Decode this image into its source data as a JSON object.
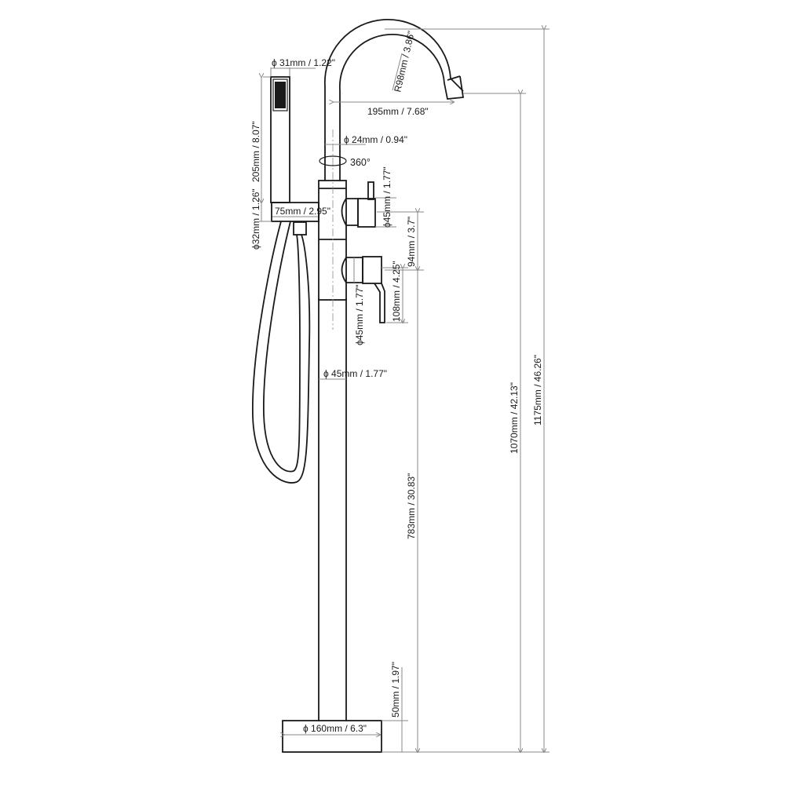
{
  "diagram": {
    "subject": "Freestanding tub filler faucet with hand shower",
    "colors": {
      "outline": "#1a1a1a",
      "dimension": "#8a8a8a",
      "background": "#ffffff"
    },
    "dimensions": {
      "handshower_diameter": "ϕ 31mm / 1.22\"",
      "spout_radius": "R98mm / 3.86\"",
      "spout_reach": "195mm / 7.68\"",
      "spout_tube_diameter": "ϕ 24mm / 0.94\"",
      "rotation": "360°",
      "handshower_length": "205mm / 8.07\"",
      "upper_valve_diameter": "ϕ45mm / 1.77\"",
      "holder_diameter": "ϕ32mm / 1.26\"",
      "holder_length": "75mm / 2.95\"",
      "valve_spacing": "94mm / 3.7\"",
      "handle_length": "108mm / 4.25\"",
      "lower_valve_diameter": "ϕ45mm / 1.77\"",
      "column_diameter": "ϕ 45mm / 1.77\"",
      "lower_valve_height": "783mm / 30.83\"",
      "spout_outlet_height": "1070mm / 42.13\"",
      "total_height": "1175mm / 46.26\"",
      "base_height": "50mm / 1.97\"",
      "base_diameter": "ϕ 160mm / 6.3\""
    }
  }
}
